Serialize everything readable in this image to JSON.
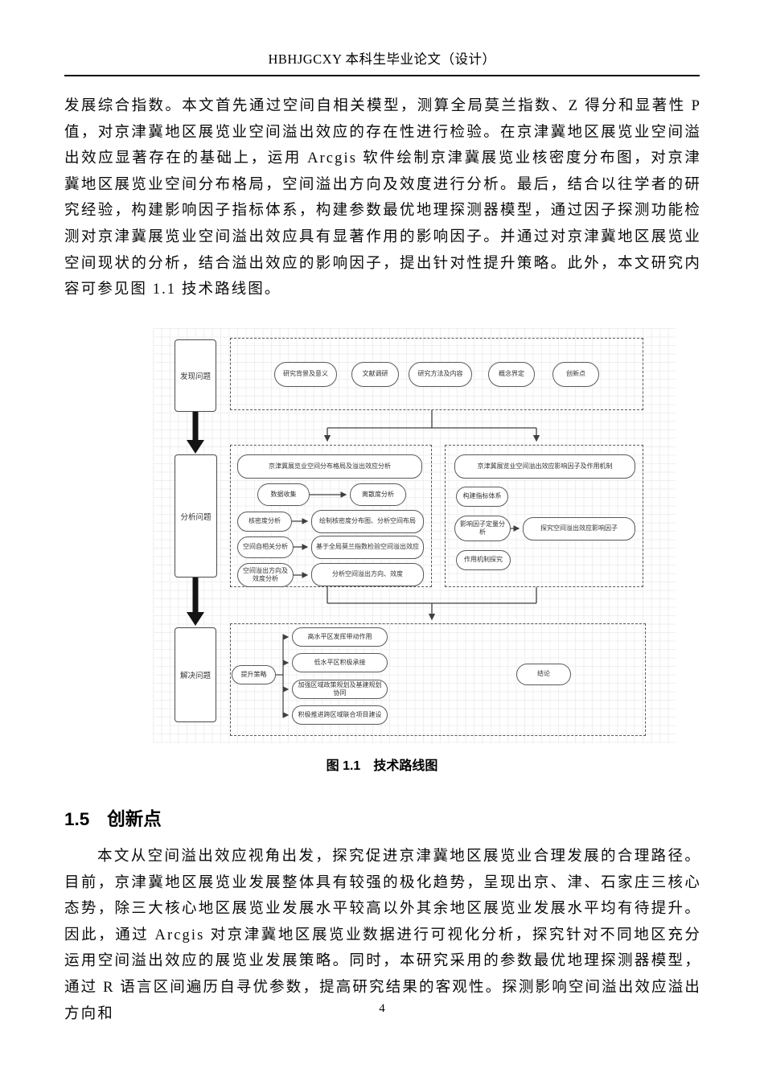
{
  "header": {
    "title": "HBHJGCXY 本科生毕业论文（设计）"
  },
  "paragraphs": {
    "intro": "发展综合指数。本文首先通过空间自相关模型，测算全局莫兰指数、Z 得分和显著性 P 值，对京津冀地区展览业空间溢出效应的存在性进行检验。在京津冀地区展览业空间溢出效应显著存在的基础上，运用 Arcgis 软件绘制京津冀展览业核密度分布图，对京津冀地区展览业空间分布格局，空间溢出方向及效度进行分析。最后，结合以往学者的研究经验，构建影响因子指标体系，构建参数最优地理探测器模型，通过因子探测功能检测对京津冀展览业空间溢出效应具有显著作用的影响因子。并通过对京津冀地区展览业空间现状的分析，结合溢出效应的影响因子，提出针对性提升策略。此外，本文研究内容可参见图 1.1 技术路线图。",
    "innovation": "本文从空间溢出效应视角出发，探究促进京津冀地区展览业合理发展的合理路径。目前，京津冀地区展览业发展整体具有较强的极化趋势，呈现出京、津、石家庄三核心态势，除三大核心地区展览业发展水平较高以外其余地区展览业发展水平均有待提升。因此，通过 Arcgis 对京津冀地区展览业数据进行可视化分析，探究针对不同地区充分运用空间溢出效应的展览业发展策略。同时，本研究采用的参数最优地理探测器模型，通过 R 语言区间遍历自寻优参数，提高研究结果的客观性。探测影响空间溢出效应溢出方向和"
  },
  "figure": {
    "caption": "图 1.1　技术路线图"
  },
  "section": {
    "number": "1.5",
    "title": "创新点"
  },
  "page": {
    "number": "4"
  },
  "diagram": {
    "stages": [
      "发现问题",
      "分析问题",
      "解决问题"
    ],
    "phase1": {
      "nodes": [
        "研究背景及意义",
        "文献调研",
        "研究方法及内容",
        "概念界定",
        "创新点"
      ]
    },
    "phase2_left": {
      "title": "京津冀展览业空间分布格局及溢出效应分析",
      "data_flow": {
        "from": "数据收集",
        "to": "离散度分析"
      },
      "rows": [
        {
          "method": "核密度分析",
          "task": "绘制核密度分布图、分析空间布局"
        },
        {
          "method": "空间自相关分析",
          "task": "基于全局莫兰指数检验空间溢出效应"
        },
        {
          "method": "空间溢出方向及效度分析",
          "task": "分析空间溢出方向、效度"
        }
      ]
    },
    "phase2_right": {
      "title": "京津冀展览业空间溢出效应影响因子及作用机制",
      "step_indicators": "构建指标体系",
      "flow": {
        "from": "影响因子定量分析",
        "to": "探究空间溢出效应影响因子"
      },
      "step_mechanism": "作用机制探究"
    },
    "phase3": {
      "hub": "提升策略",
      "strategies": [
        "高水平区发挥带动作用",
        "低水平区积极承接",
        "加强区域政策规划及基建规划协同",
        "积极推进跨区域联合项目建设"
      ],
      "conclusion": "结论"
    }
  }
}
